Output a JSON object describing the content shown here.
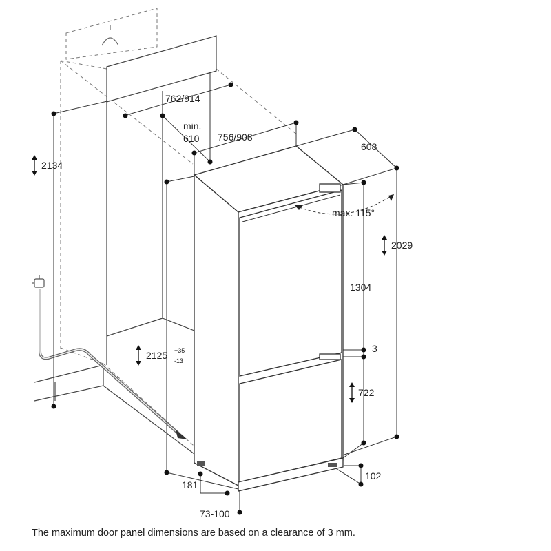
{
  "diagram": {
    "dimensions": {
      "niche_height": "2134",
      "opening_width": "762/914",
      "min_depth_label": "min.",
      "min_depth_value": "610",
      "niche_width": "756/908",
      "appliance_depth": "608",
      "door_angle": "max. 115°",
      "appliance_height": "2029",
      "fridge_door_height": "1304",
      "door_gap": "3",
      "niche_height_range": "2125",
      "tolerance_plus": "+35",
      "tolerance_minus": "-13",
      "freezer_door_height": "722",
      "plinth_depth": "181",
      "plinth_height": "102",
      "plinth_height_range": "73-100"
    },
    "caption": "The maximum door panel dimensions are based on a clearance of 3 mm."
  }
}
